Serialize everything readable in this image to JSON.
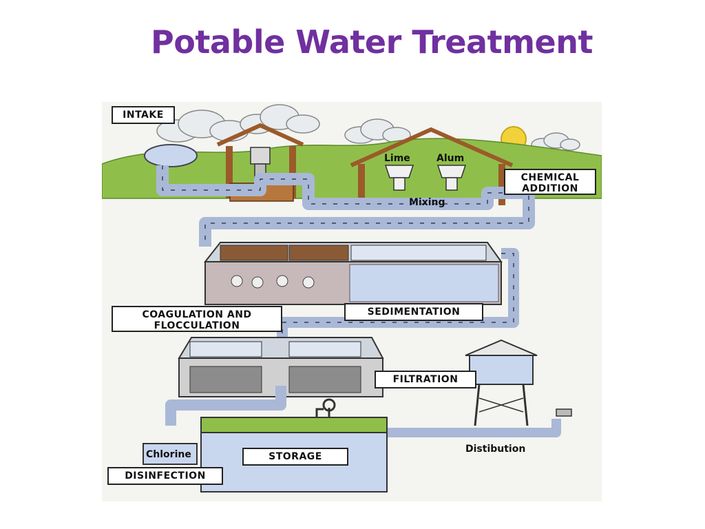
{
  "title": "Potable Water Treatment",
  "colors": {
    "title": "#7030a0",
    "pipe": "#a9b8d6",
    "water": "#c8d7ee",
    "grass": "#8fbf4a",
    "sun": "#f2d23a",
    "wood": "#9b5a2a"
  },
  "labels": {
    "intake": "INTAKE",
    "chemical_addition": "CHEMICAL ADDITION",
    "lime": "Lime",
    "alum": "Alum",
    "mixing": "Mixing",
    "coagulation": "COAGULATION AND FLOCCULATION",
    "sedimentation": "SEDIMENTATION",
    "filtration": "FILTRATION",
    "storage": "STORAGE",
    "chlorine": "Chlorine",
    "disinfection": "DISINFECTION",
    "distribution": "Distibution"
  }
}
